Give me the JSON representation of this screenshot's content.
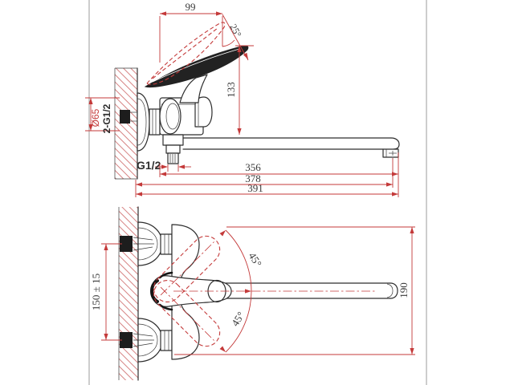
{
  "meta": {
    "type": "technical-drawing",
    "subject": "Wall-mounted single-lever bath mixer with long swivel spout, two dimensioned views"
  },
  "colors": {
    "dimension_red": "#c43a3a",
    "hatch_red": "#d68383",
    "line_black": "#2e2e2e",
    "frame_gray": "#9b9b9b",
    "background": "#ffffff"
  },
  "side_view": {
    "dim_handle_width": "99",
    "dim_handle_angle": "25°",
    "dim_height": "133",
    "dim_spout_reach": "356",
    "dim_aerator_reach": "378",
    "dim_total_reach": "391",
    "label_flange_diameter": "Ø65",
    "label_wall_connections": "2-G1/2",
    "label_shower_outlet": "G1/2"
  },
  "plan_view": {
    "dim_mount_centers": "150 ± 15",
    "dim_swing_width": "190",
    "dim_swing_angle_upper": "45°",
    "dim_swing_angle_lower": "45°"
  }
}
